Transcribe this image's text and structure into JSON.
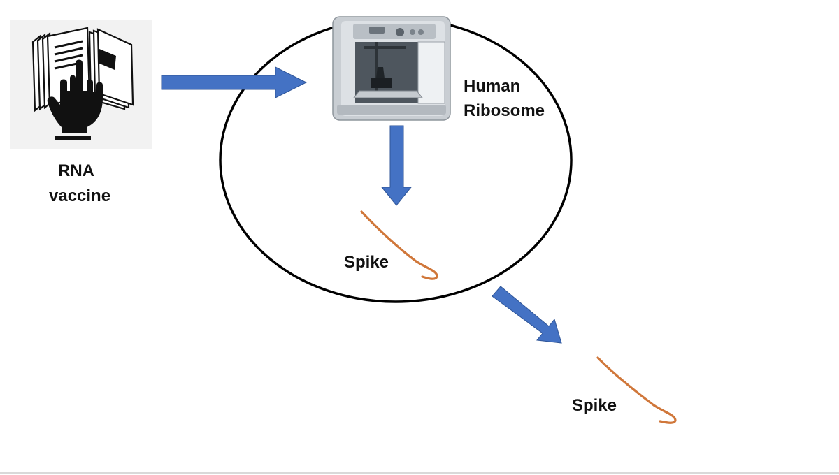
{
  "diagram": {
    "rna_vaccine": {
      "icon": "instruction-manual-hand-icon",
      "label_line1": "RNA",
      "label_line2": "vaccine"
    },
    "ribosome": {
      "icon": "3d-printer-icon",
      "label_line1": "Human",
      "label_line2": "Ribosome"
    },
    "spike_inside": {
      "label": "Spike"
    },
    "spike_outside": {
      "label": "Spike"
    },
    "colors": {
      "arrow": "#4472c4",
      "spike": "#d0773a",
      "cell_outline": "#000000",
      "text": "#111111"
    }
  }
}
